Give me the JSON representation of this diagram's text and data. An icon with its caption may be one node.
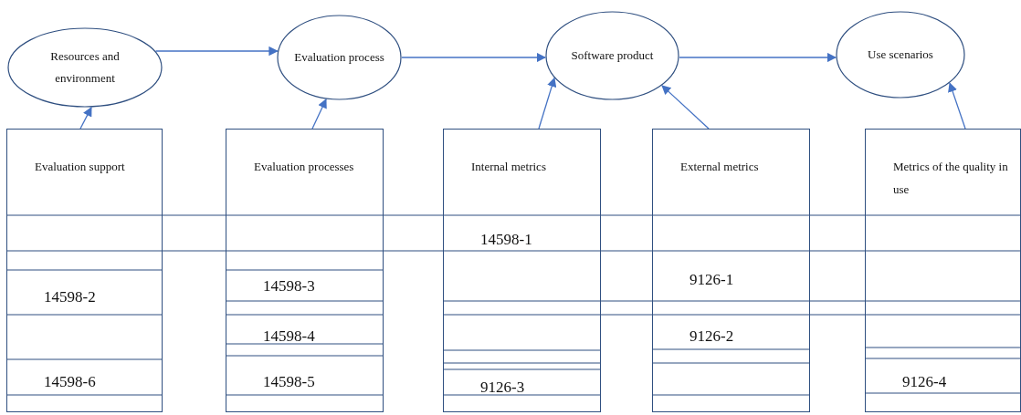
{
  "diagram": {
    "nodes": [
      {
        "text": [
          "Resources and environment"
        ]
      },
      {
        "text": [
          "Evaluation process"
        ]
      },
      {
        "text": [
          "Software product"
        ]
      },
      {
        "text": [
          "Use scenarios"
        ]
      },
      {
        "text": [
          "Evaluation support",
          "14598-2",
          "14598-6"
        ]
      },
      {
        "text": [
          "Evaluation processes",
          "14598-3",
          "14598-4",
          "14598-5"
        ]
      },
      {
        "text": [
          "Internal metrics",
          "14598-1",
          "9126-3"
        ]
      },
      {
        "text": [
          "External metrics",
          "9126-1",
          "9126-2"
        ]
      },
      {
        "text": [
          "Metrics of the quality in use",
          "9126-4"
        ]
      }
    ],
    "edges": [
      {
        "from": 0,
        "to": 1,
        "arrow": "to"
      },
      {
        "from": 1,
        "to": 2,
        "arrow": "to"
      },
      {
        "from": 2,
        "to": 3,
        "arrow": "to"
      },
      {
        "from": 4,
        "to": 0,
        "arrow": "to"
      },
      {
        "from": 5,
        "to": 1,
        "arrow": "to"
      },
      {
        "from": 6,
        "to": 2,
        "arrow": "to"
      },
      {
        "from": 7,
        "to": 2,
        "arrow": "to"
      },
      {
        "from": 8,
        "to": 3,
        "arrow": "to"
      }
    ]
  }
}
